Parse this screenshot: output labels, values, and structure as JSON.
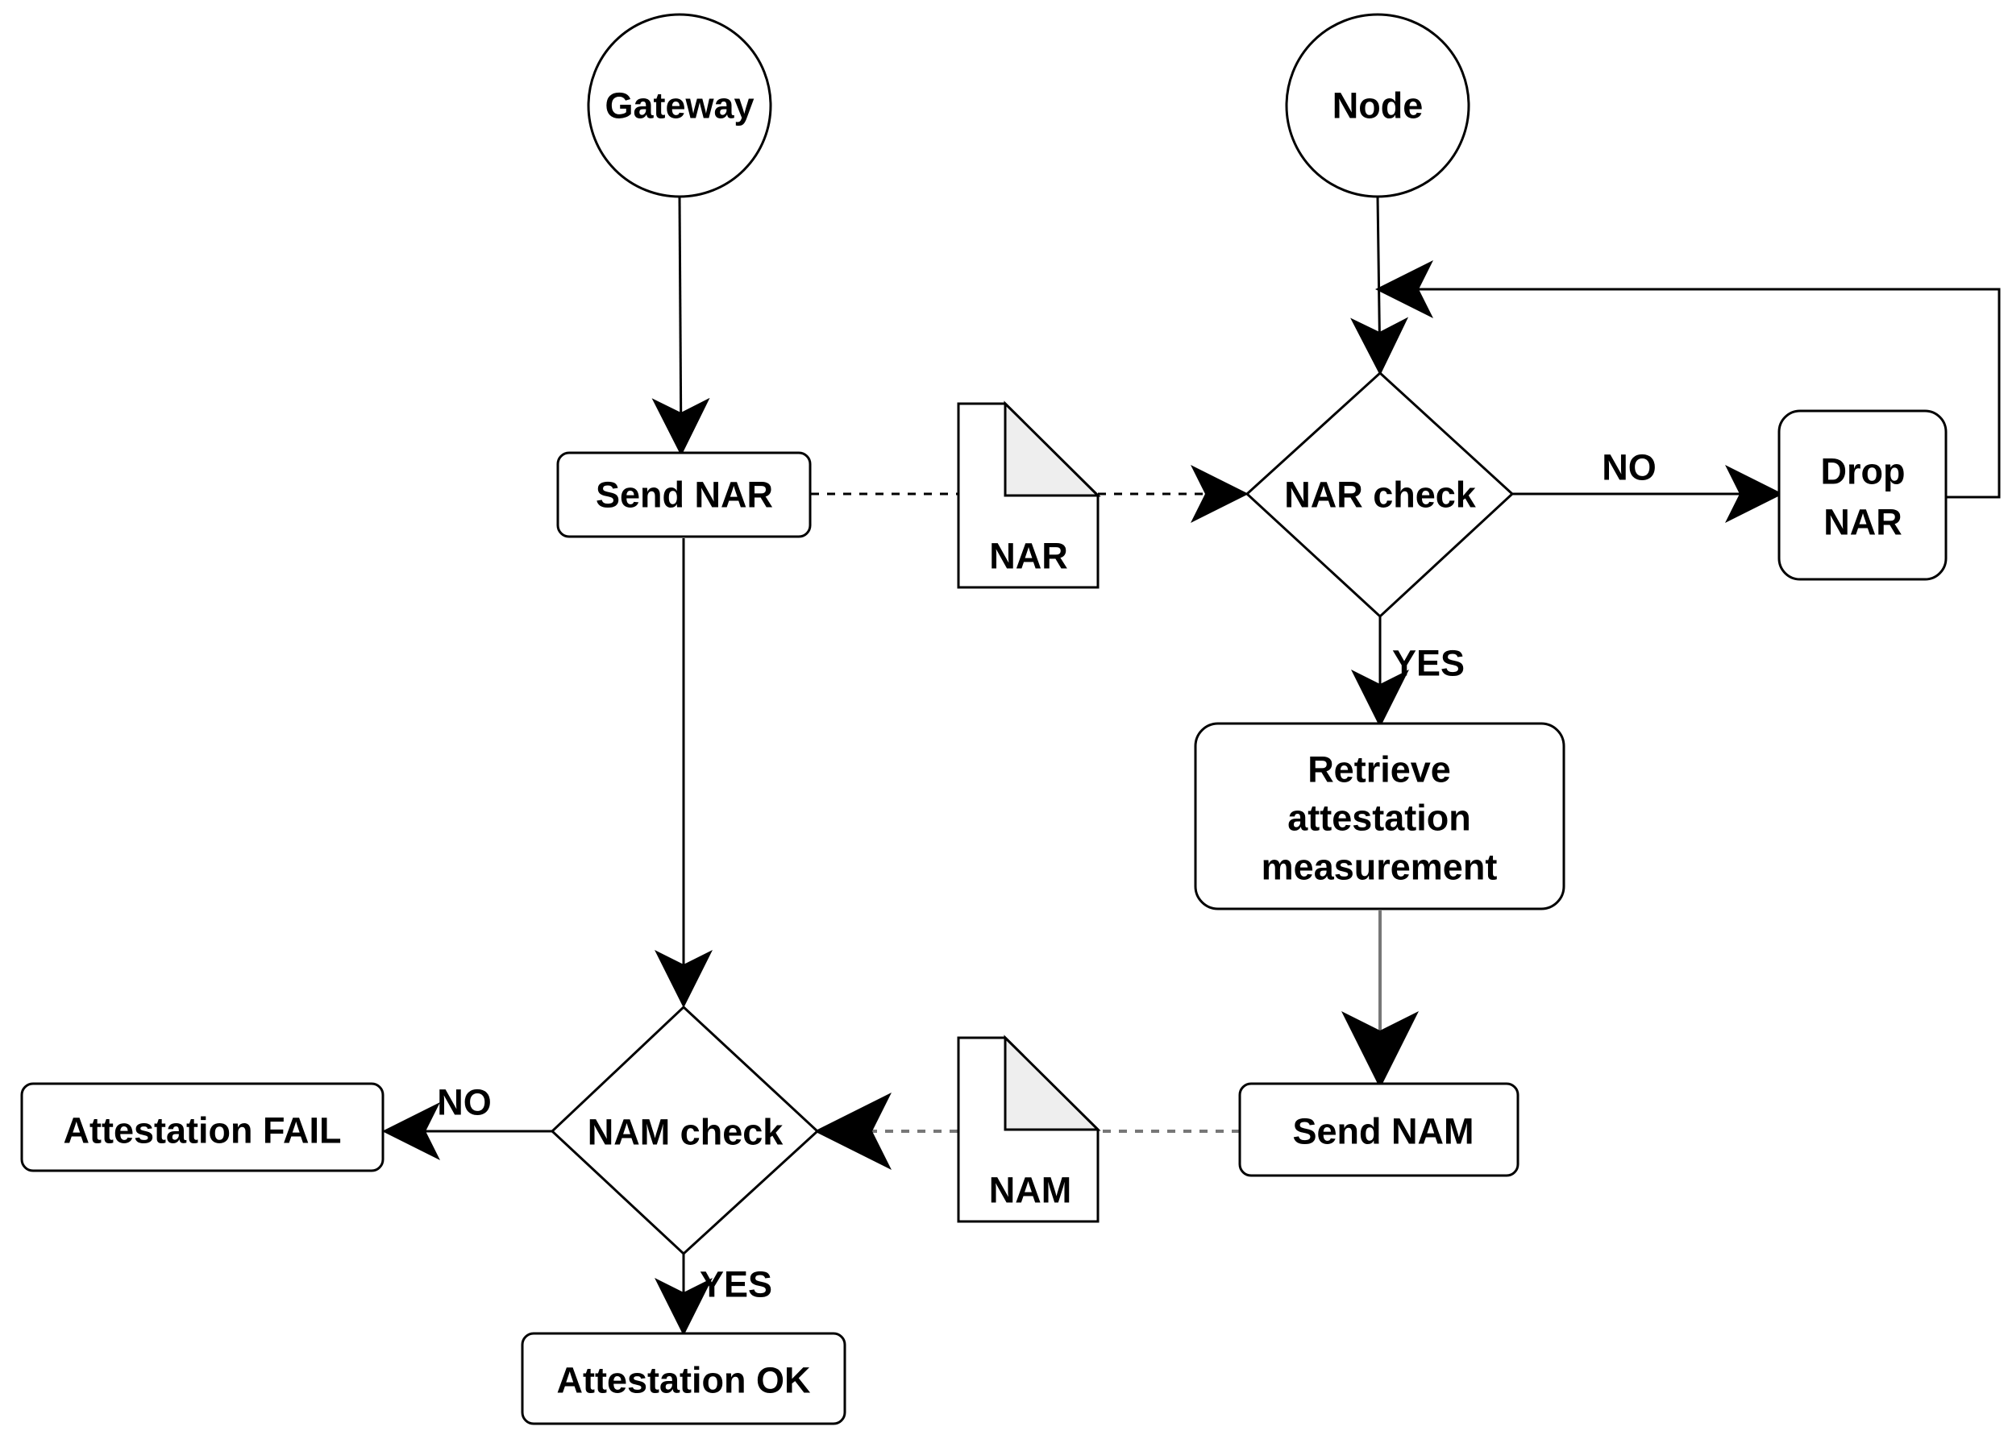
{
  "nodes": {
    "gateway": "Gateway",
    "node": "Node",
    "send_nar": "Send NAR",
    "nar_doc": "NAR",
    "nar_check": "NAR check",
    "drop_nar": [
      "Drop",
      "NAR"
    ],
    "retrieve": [
      "Retrieve",
      "attestation",
      "measurement"
    ],
    "send_nam": "Send NAM",
    "nam_doc": "NAM",
    "nam_check": "NAM check",
    "attestation_fail": "Attestation FAIL",
    "attestation_ok": "Attestation OK"
  },
  "edge_labels": {
    "nar_no": "NO",
    "nar_yes": "YES",
    "nam_no": "NO",
    "nam_yes": "YES"
  }
}
